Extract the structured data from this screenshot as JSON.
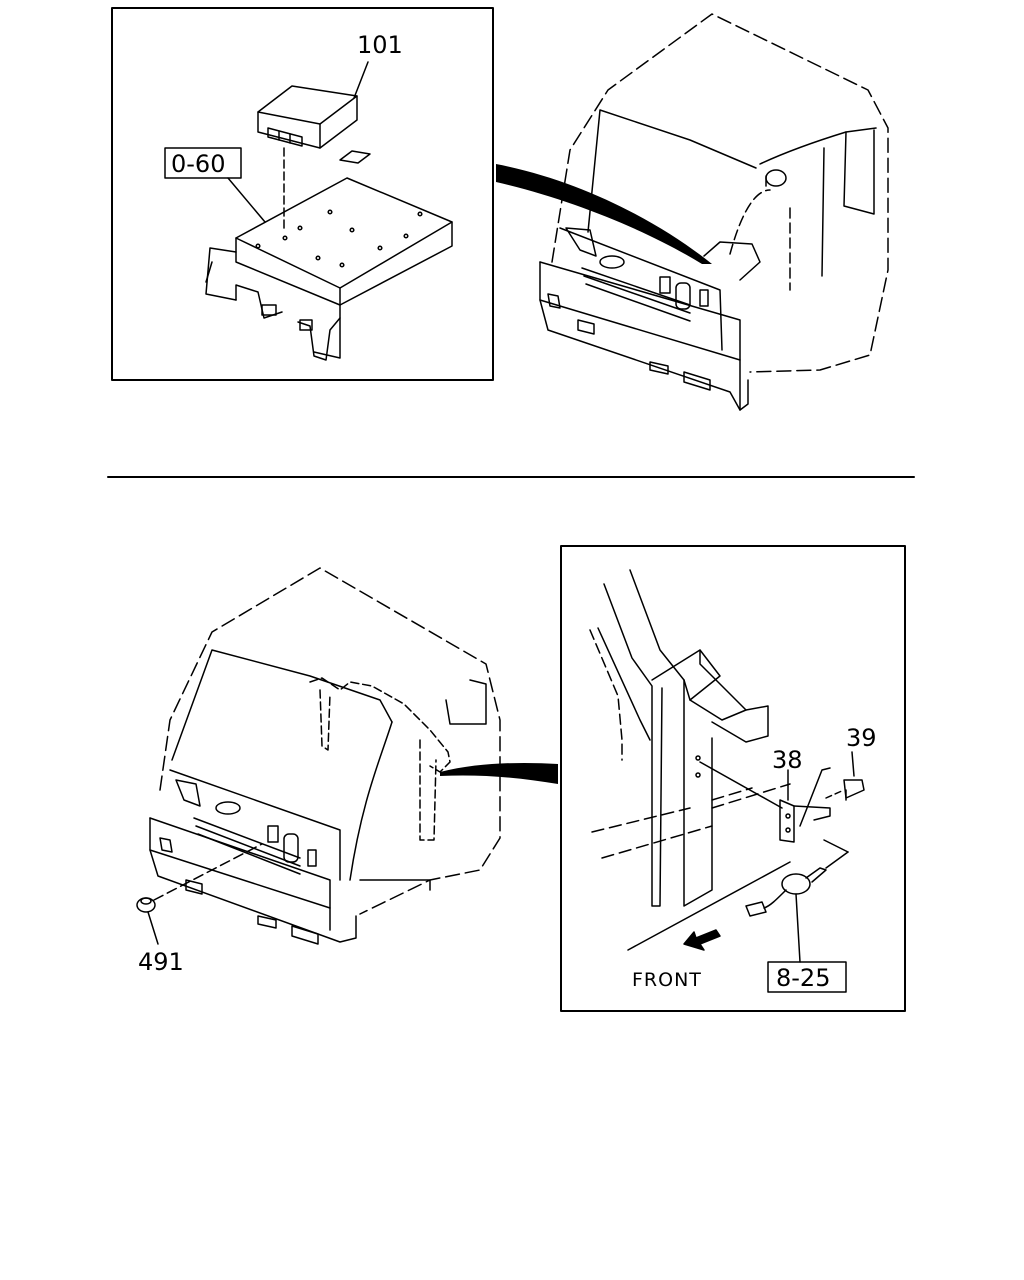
{
  "top_section": {
    "part_101": "101",
    "ref_0_60": "0-60"
  },
  "bottom_section": {
    "part_491": "491",
    "part_38": "38",
    "part_39": "39",
    "ref_8_25": "8-25",
    "front_label": "FRONT"
  },
  "colors": {
    "line": "#000000",
    "background": "#ffffff"
  }
}
